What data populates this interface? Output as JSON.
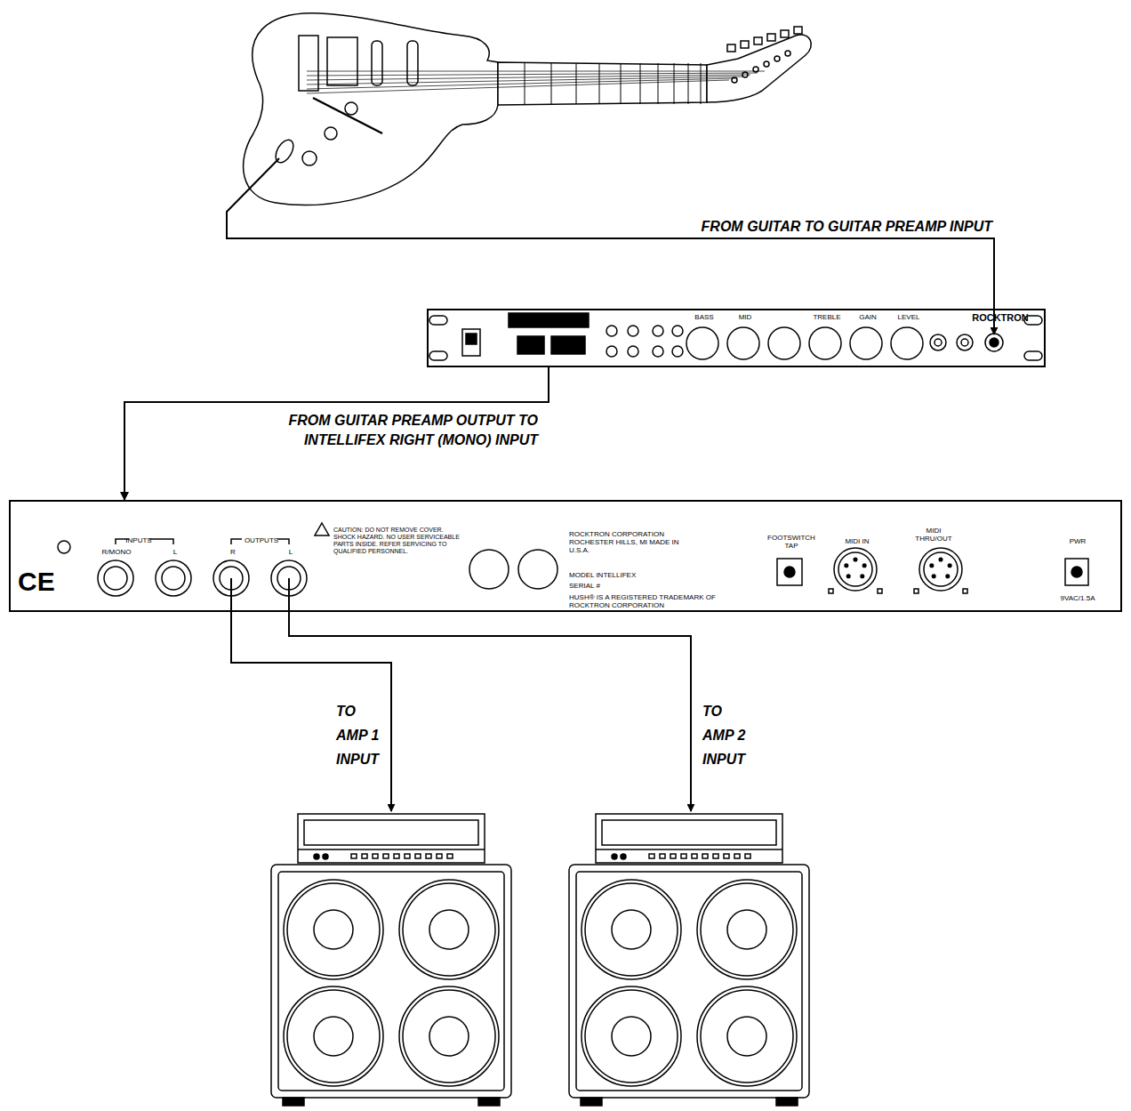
{
  "diagram": {
    "nodes": [
      {
        "text": [
          "BASS",
          "MID",
          "TREBLE",
          "GAIN",
          "LEVEL",
          "ROCKTRON"
        ]
      },
      {
        "text": [
          "CE",
          "INPUTS",
          "R/MONO",
          "L",
          "OUTPUTS",
          "R",
          "L",
          "CAUTION: DO NOT REMOVE COVER. SHOCK HAZARD. NO USER SERVICEABLE PARTS INSIDE. REFER SERVICING TO QUALIFIED PERSONNEL.",
          "ROCKTRON CORPORATION ROCHESTER HILLS, MI MADE IN U.S.A.",
          "MODEL INTELLIFEX",
          "SERIAL #",
          "HUSH® IS A REGISTERED TRADEMARK OF ROCKTRON CORPORATION",
          "FOOTSWITCH TAP",
          "MIDI IN",
          "MIDI THRU/OUT",
          "PWR",
          "9VAC/1.5A"
        ]
      }
    ],
    "edges": [
      {
        "from": 0,
        "to": 1,
        "arrow": "to",
        "label": "FROM GUITAR PREAMP OUTPUT TO INTELLIFEX RIGHT (MONO) INPUT"
      }
    ],
    "labels": [
      "FROM GUITAR TO GUITAR PREAMP INPUT",
      "TO AMP 1 INPUT",
      "TO AMP 2 INPUT"
    ]
  }
}
